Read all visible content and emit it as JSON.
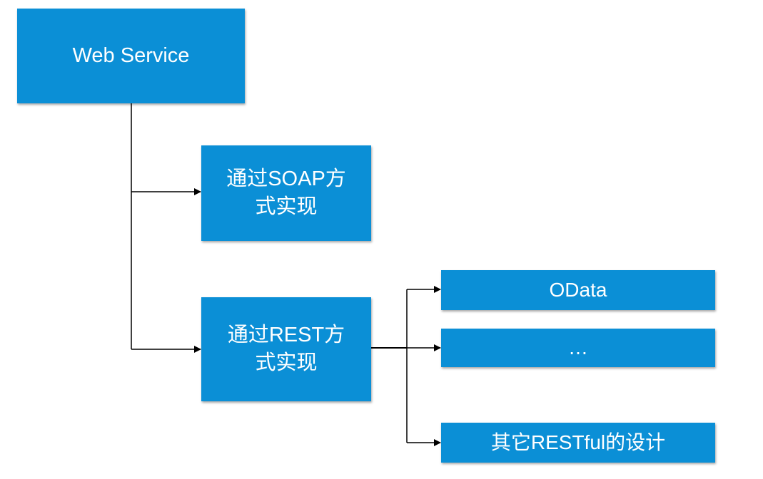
{
  "colors": {
    "box_fill": "#0b8fd6",
    "box_text": "#ffffff",
    "connector": "#000000"
  },
  "nodes": {
    "root": {
      "label": "Web Service"
    },
    "soap": {
      "label_line1": "通过SOAP方",
      "label_line2": "式实现"
    },
    "rest": {
      "label_line1": "通过REST方",
      "label_line2": "式实现"
    },
    "odata": {
      "label": "OData"
    },
    "ellipsis": {
      "label": "…"
    },
    "other": {
      "label": "其它RESTful的设计"
    }
  }
}
